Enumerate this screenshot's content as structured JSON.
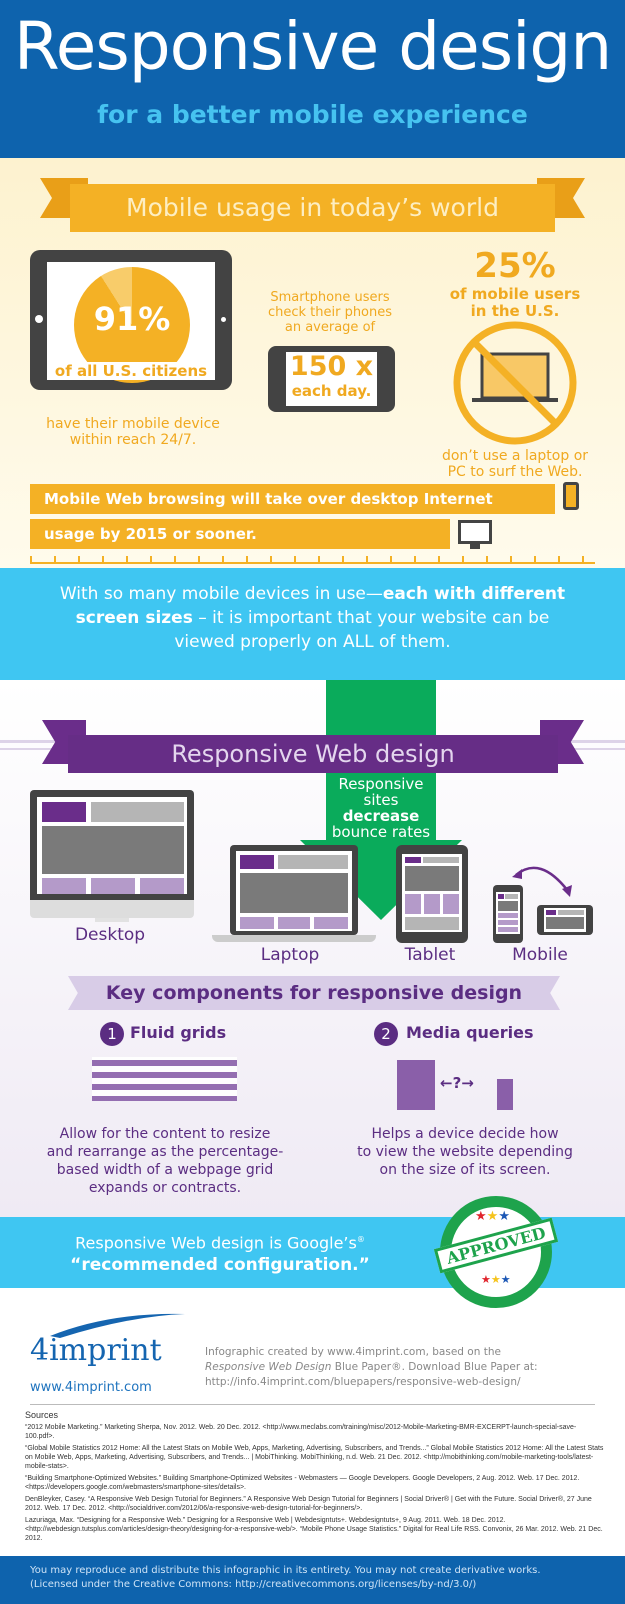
{
  "header": {
    "title": "Responsive design",
    "subtitle": "for a better mobile experience"
  },
  "usage": {
    "banner": "Mobile usage in today’s world",
    "stat1": {
      "value": "91%",
      "line1": "of all U.S. citizens",
      "line2": "have their mobile device",
      "line3": "within reach 24/7.",
      "pie_fraction": 0.91
    },
    "stat2": {
      "line1": "Smartphone users",
      "line2": "check their phones",
      "line3": "an average of",
      "value": "150 x",
      "line4": "each day."
    },
    "stat3": {
      "value": "25%",
      "line1": "of mobile users",
      "line2": "in the U.S.",
      "line3": "don’t use a laptop or",
      "line4": "PC to surf the Web."
    },
    "bar1": "Mobile Web browsing will take over desktop Internet",
    "bar2": "usage by 2015 or sooner."
  },
  "callout": {
    "line1a": "With so many mobile devices in use—",
    "line1b": "each with different",
    "line2a": "screen sizes",
    "line2b": " – it is important that your website can be",
    "line3": "viewed properly on ALL of them."
  },
  "rwd": {
    "banner": "Responsive Web design",
    "arrow": {
      "l1": "Responsive",
      "l2": "sites",
      "l3": "decrease",
      "l4": "bounce rates"
    },
    "devices": [
      "Desktop",
      "Laptop",
      "Tablet",
      "Mobile"
    ]
  },
  "key": {
    "banner": "Key components for responsive design",
    "items": [
      {
        "num": "1",
        "title": "Fluid grids",
        "lines": [
          "Allow for the content to resize",
          "and rearrange as the percentage-",
          "based width of a webpage grid",
          "expands or contracts."
        ]
      },
      {
        "num": "2",
        "title": "Media queries",
        "symbol": "←?→",
        "lines": [
          "Helps a device decide how",
          "to view the website depending",
          "on the size of its screen."
        ]
      }
    ]
  },
  "google": {
    "line1": "Responsive Web design is Google’s",
    "reg": "®",
    "line2": "“recommended configuration.”",
    "seal": "APPROVED"
  },
  "credits": {
    "logo": "4imprint",
    "url": "www.4imprint.com",
    "line1": "Infographic created by www.4imprint.com, based on the",
    "line2_italic": "Responsive Web Design",
    "line2": " Blue Paper®. Download Blue Paper at:",
    "line3": "http://info.4imprint.com/bluepapers/responsive-web-design/"
  },
  "sources": {
    "heading": "Sources",
    "items": [
      "“2012 Mobile Marketing.” Marketing Sherpa, Nov. 2012. Web. 20 Dec. 2012. <http://www.meclabs.com/training/misc/2012-Mobile-Marketing-BMR-EXCERPT-launch-special-save-100.pdf>.",
      "“Global Mobile Statistics 2012 Home: All the Latest Stats on Mobile Web, Apps, Marketing, Advertising, Subscribers, and Trends...” Global Mobile Statistics 2012 Home: All the Latest Stats on Mobile Web, Apps, Marketing, Advertising, Subscribers, and Trends... | MobiThinking. MobiThinking, n.d. Web. 21 Dec. 2012. <http://mobithinking.com/mobile-marketing-tools/latest-mobile-stats>.",
      "“Building Smartphone-Optimized Websites.” Building Smartphone-Optimized Websites - Webmasters — Google Developers. Google Developers, 2 Aug. 2012. Web. 17 Dec. 2012. <https://developers.google.com/webmasters/smartphone-sites/details>.",
      "DenBleyker, Casey. “A Responsive Web Design Tutorial for Beginners.” A Responsive Web Design Tutorial for Beginners | Social Driver® | Get with the Future. Social Driver®, 27 June 2012. Web. 17 Dec. 2012. <http://socialdriver.com/2012/06/a-responsive-web-design-tutorial-for-beginners/>.",
      "Lazuriaga, Max. “Designing for a Responsive Web.” Designing for a Responsive Web | Webdesigntuts+. Webdesigntuts+, 9 Aug. 2011. Web. 18 Dec. 2012. <http://webdesign.tutsplus.com/articles/design-theory/designing-for-a-responsive-web/>. “Mobile Phone Usage Statistics.” Digital for Real Life RSS. Convonix, 26 Mar. 2012. Web. 21 Dec. 2012."
    ]
  },
  "footer": {
    "line1": "You may reproduce and distribute this infographic in its entirety. You may not create derivative works.",
    "line2": "(Licensed under the Creative Commons: http://creativecommons.org/licenses/by-nd/3.0/)"
  },
  "colors": {
    "blue": "#0e63ad",
    "cyan": "#3fc6f2",
    "orange": "#f0a920",
    "purple": "#5b2d82",
    "green": "#0aab5b"
  }
}
